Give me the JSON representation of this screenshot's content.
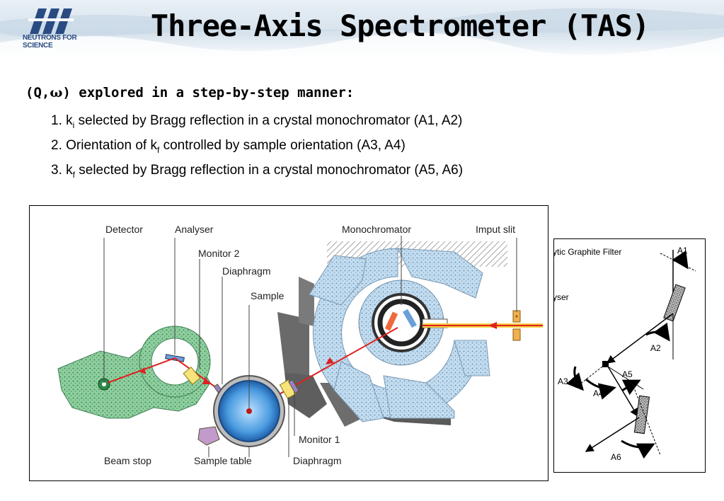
{
  "header": {
    "title": "Three-Axis Spectrometer (TAS)",
    "logo_text": "NEUTRONS FOR SCIENCE"
  },
  "intro": {
    "prefix": "(Q,",
    "symbol": "ω",
    "suffix": ") explored in a step-by-step manner:"
  },
  "steps": [
    {
      "pre": "1. k",
      "sub": "i",
      "post": " selected by Bragg reflection in a crystal monochromator (A1, A2)"
    },
    {
      "pre": "2. Orientation of k",
      "sub": "f",
      "post": " controlled by sample orientation (A3, A4)"
    },
    {
      "pre": "3. k",
      "sub": "f",
      "post": " selected by Bragg reflection in a crystal monochromator (A5, A6)"
    }
  ],
  "diagram": {
    "labels": {
      "detector": "Detector",
      "analyser": "Analyser",
      "monitor2": "Monitor 2",
      "diaphragm_top": "Diaphragm",
      "sample": "Sample",
      "monochromator": "Monochromator",
      "input_slit": "Imput slit",
      "beam_stop": "Beam stop",
      "sample_table": "Sample table",
      "monitor1": "Monitor 1",
      "diaphragm_bottom": "Diaphragm"
    }
  },
  "angles": {
    "filter": "ytic Graphite Filter",
    "analyser": "yser",
    "a1": "A1",
    "a2": "A2",
    "a3": "A3",
    "a4": "A4",
    "a5": "A5",
    "a6": "A6"
  },
  "colors": {
    "shielding_green": "#7fc291",
    "monochromator_blue": "#b3d0e6",
    "beam_red": "#e02020",
    "sample_blue": "#3f8fd6",
    "beam_yellow": "#f4d03f"
  }
}
